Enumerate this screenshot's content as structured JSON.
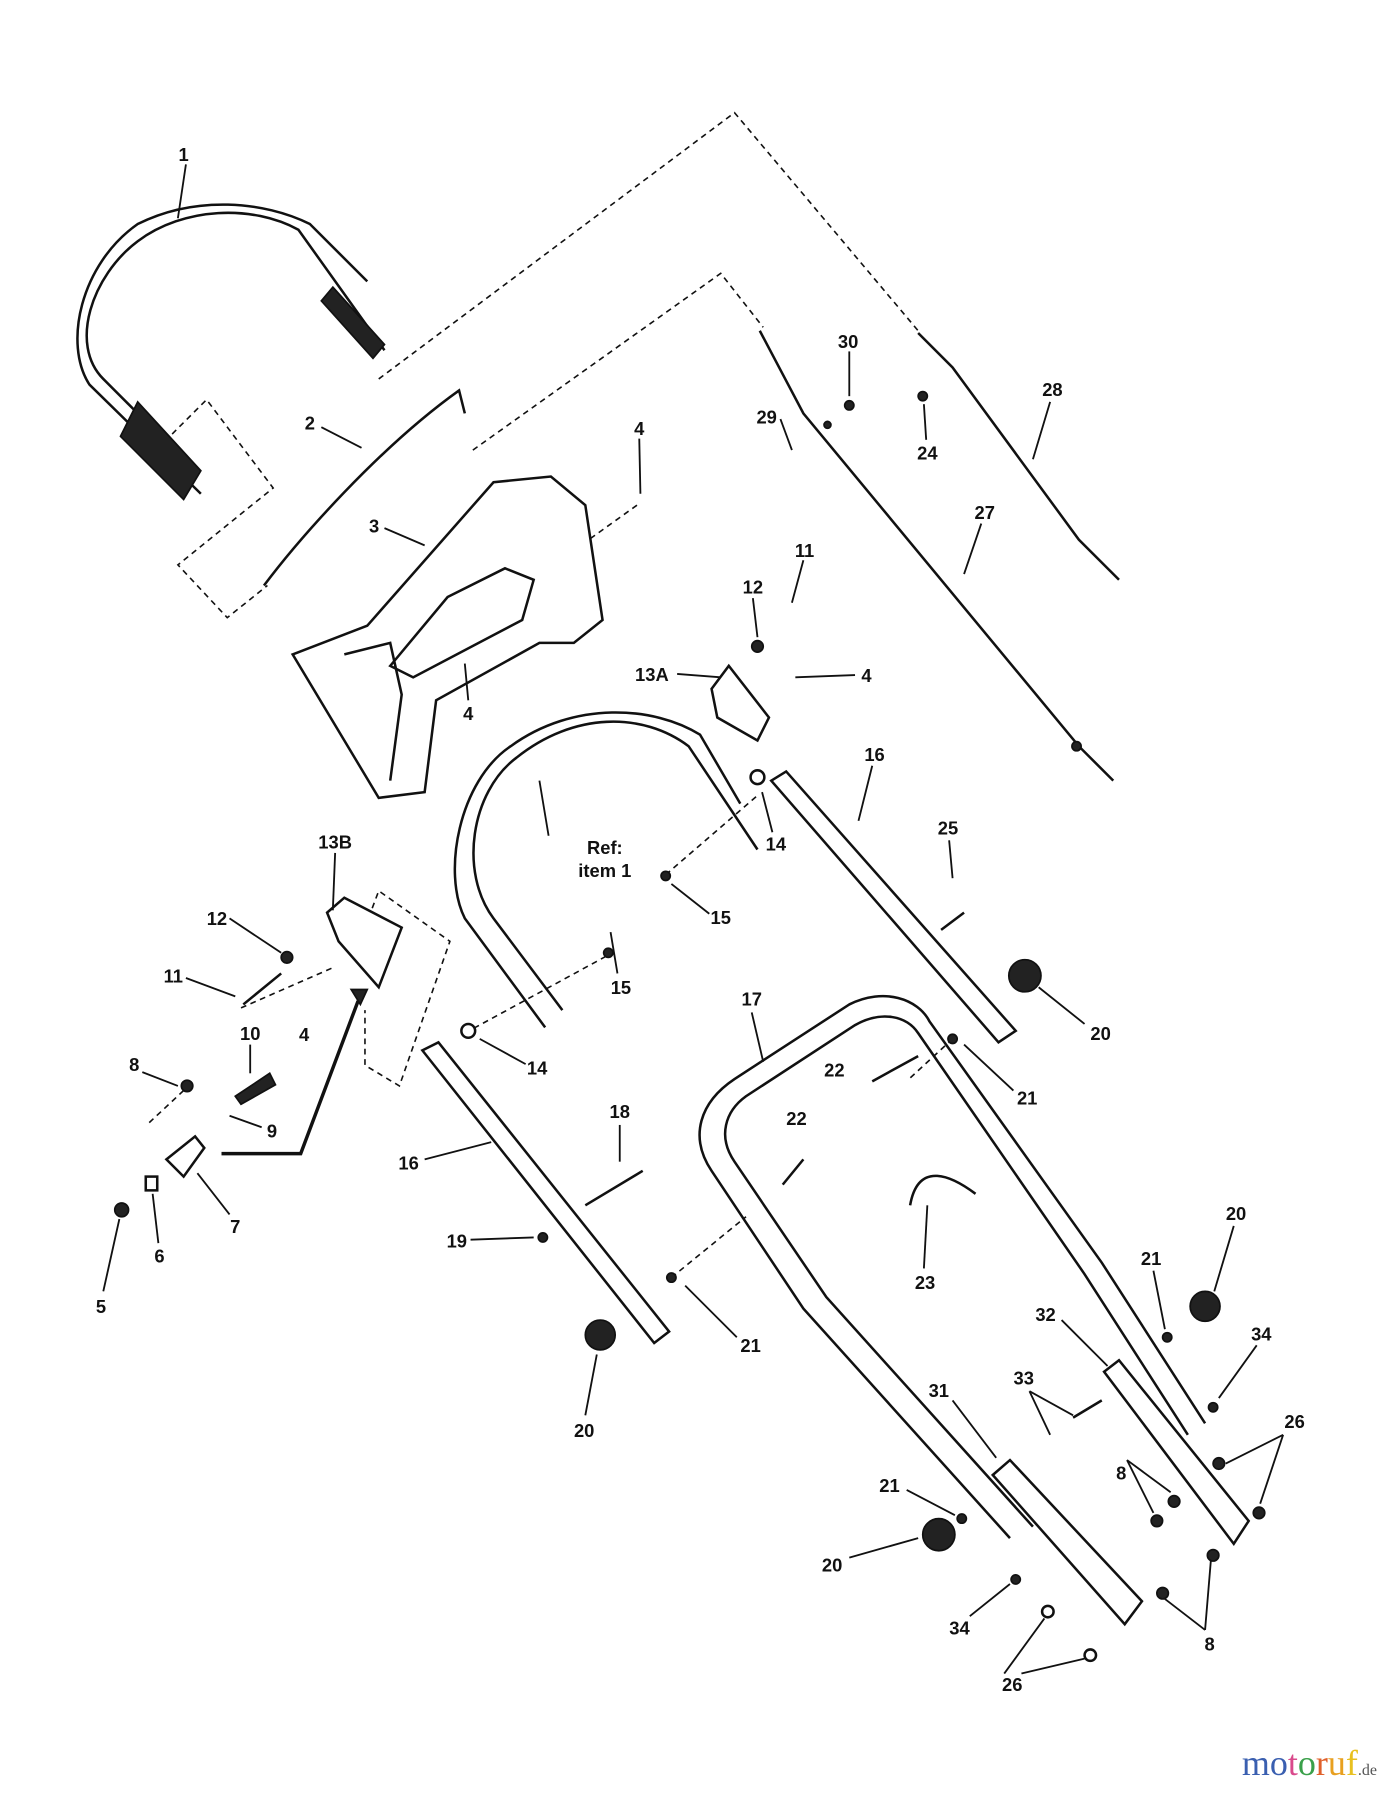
{
  "diagram": {
    "labels": [
      "1",
      "2",
      "3",
      "4",
      "4",
      "30",
      "29",
      "24",
      "28",
      "27",
      "11",
      "12",
      "13A",
      "4",
      "16",
      "14",
      "Ref:",
      "item 1",
      "15",
      "25",
      "13B",
      "12",
      "11",
      "4",
      "15",
      "10",
      "8",
      "9",
      "14",
      "7",
      "6",
      "5",
      "16",
      "18",
      "19",
      "17",
      "20",
      "21",
      "22",
      "22",
      "23",
      "21",
      "20",
      "20",
      "21",
      "34",
      "32",
      "33",
      "31",
      "26",
      "8",
      "21",
      "20",
      "34",
      "8",
      "26"
    ]
  },
  "watermark": {
    "m": "m",
    "o1": "o",
    "t": "t",
    "o2": "o",
    "r": "r",
    "u": "u",
    "f": "f",
    "tld": ".de",
    "colors": {
      "m": "#3a5fb0",
      "o1": "#3a5fb0",
      "t": "#d94a8c",
      "o2": "#3aa04a",
      "r": "#e0602a",
      "u": "#e8a020",
      "f": "#e8c020"
    }
  }
}
